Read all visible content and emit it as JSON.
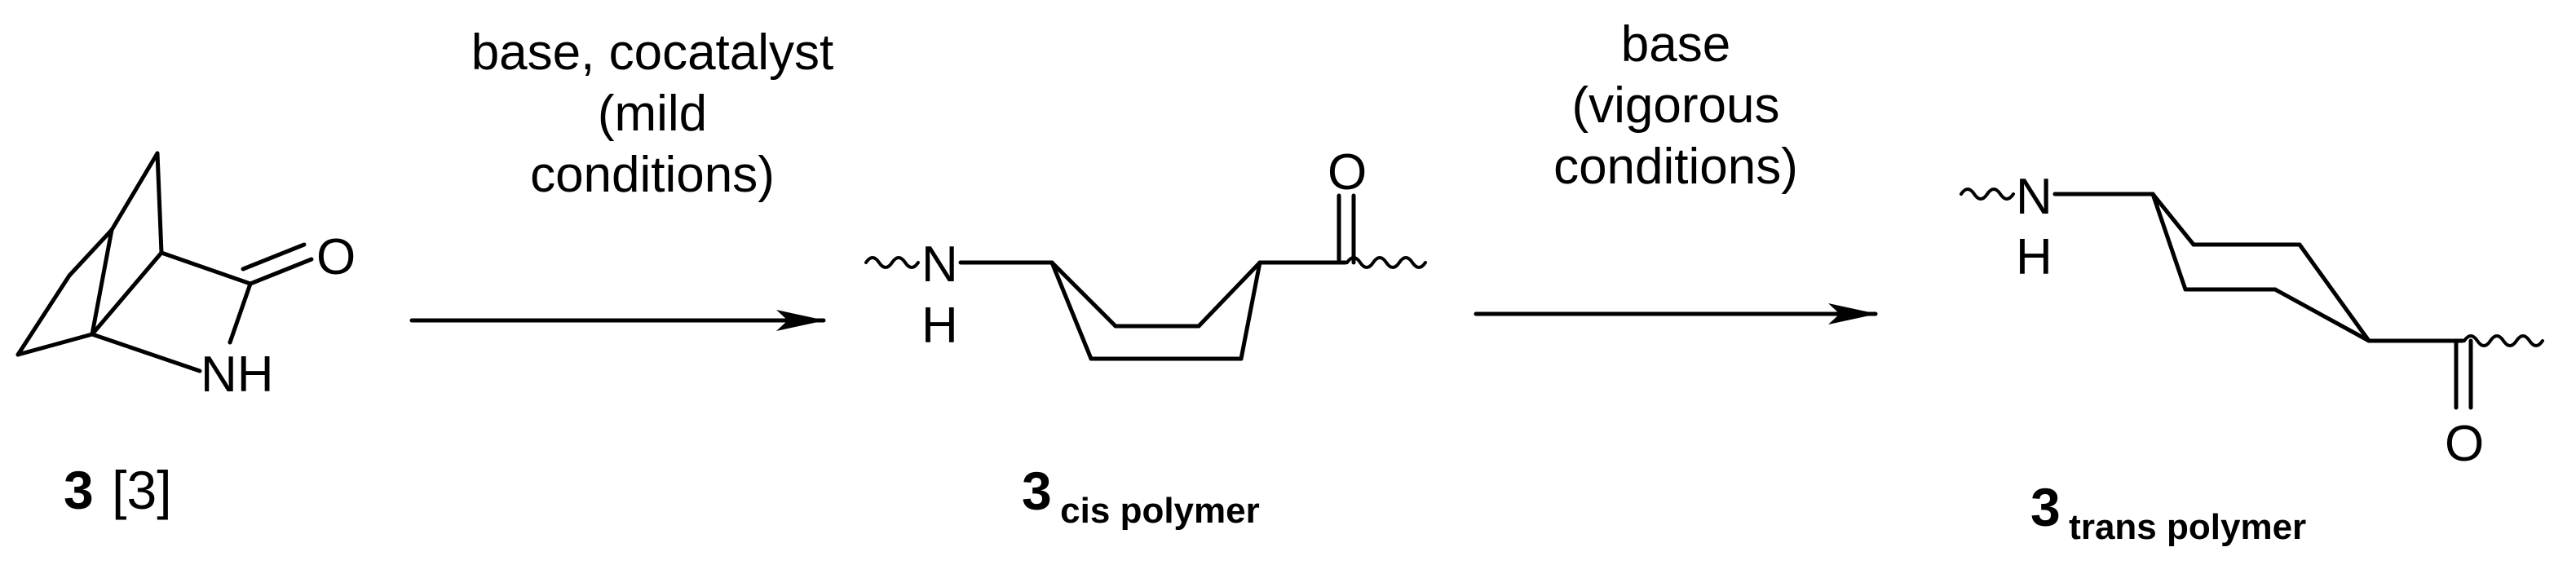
{
  "monomer": {
    "atoms": {
      "oxygen": "O",
      "nh": "NH"
    },
    "label": {
      "number": "3",
      "ref": "[3]"
    }
  },
  "step1": {
    "conditions": [
      "base, cocatalyst",
      "(mild",
      "conditions)"
    ]
  },
  "cis_polymer": {
    "atoms": {
      "n": "N",
      "h": "H",
      "oxygen": "O"
    },
    "label": {
      "number": "3",
      "subscript": "cis polymer"
    }
  },
  "step2": {
    "conditions": [
      "base",
      "(vigorous",
      "conditions)"
    ]
  },
  "trans_polymer": {
    "atoms": {
      "n": "N",
      "h": "H",
      "oxygen": "O"
    },
    "label": {
      "number": "3",
      "subscript": "trans polymer"
    }
  },
  "colors": {
    "ink": "#000000",
    "background": "#ffffff"
  }
}
